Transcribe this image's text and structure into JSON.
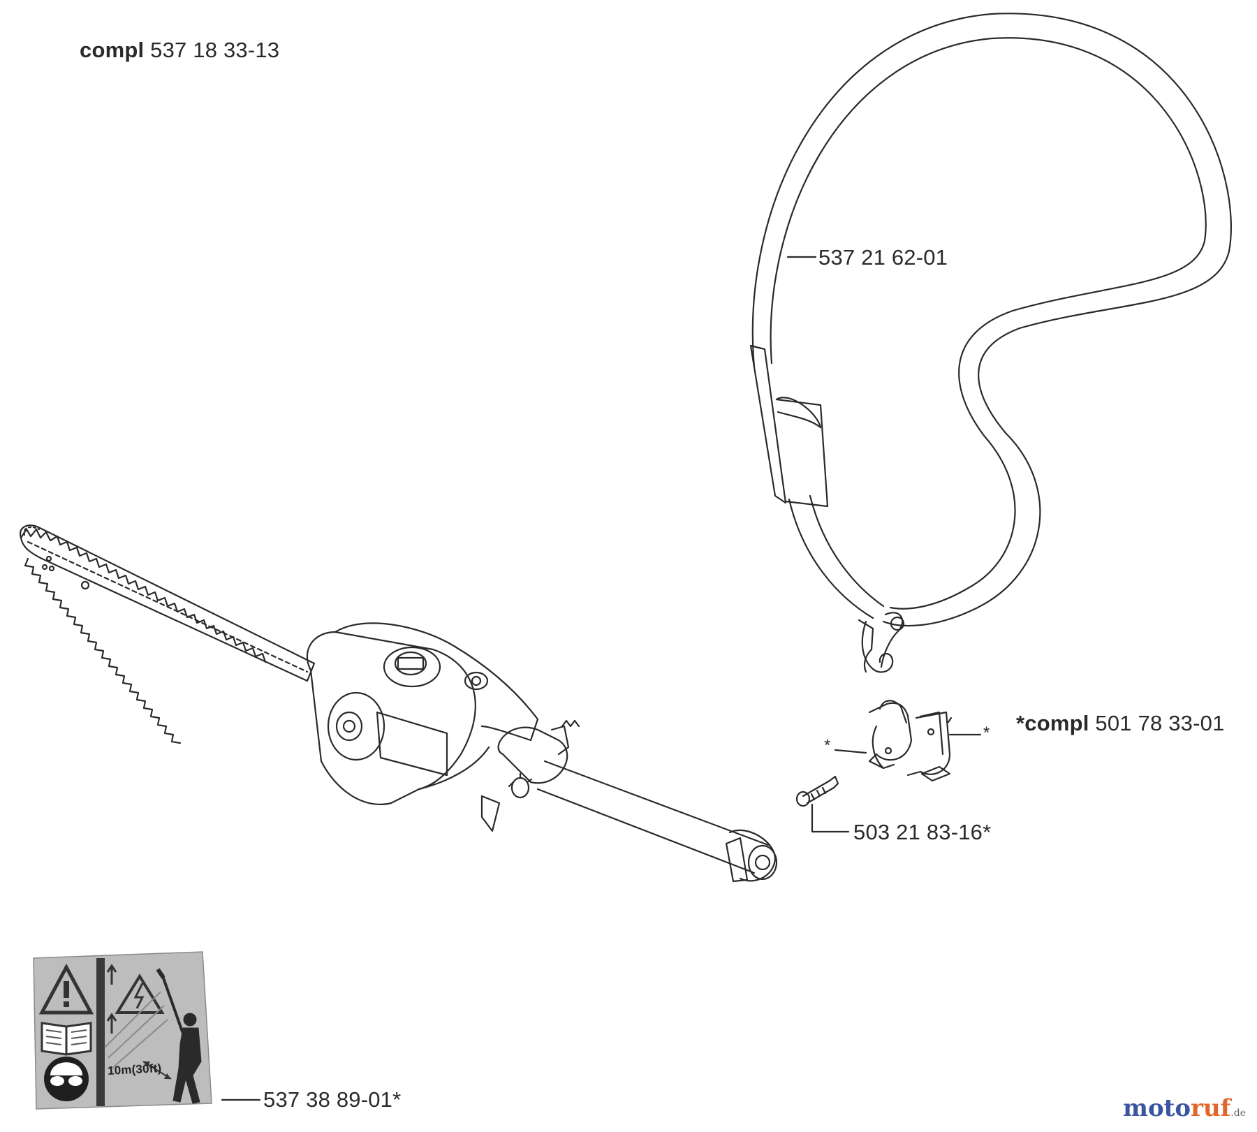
{
  "diagram": {
    "assembly_label": {
      "prefix": "compl",
      "number": "537 18 33-13"
    },
    "strap_label": "537 21 62-01",
    "clamp_label": {
      "prefix": "*compl",
      "number": "501 78 33-01"
    },
    "clamp_markers": [
      "*",
      "*"
    ],
    "screw_label": "503 21 83-16*",
    "decal_label": "537 38 89-01*",
    "decal_text": "10m(30ft)"
  },
  "watermark": {
    "brand": "motoruf",
    "suffix": ".de",
    "colors": {
      "moto": "#3a55a0",
      "ruf": "#e0662a"
    }
  },
  "colors": {
    "line": "#2a2a2a",
    "decal_bg": "#bdbdbd",
    "decal_dark": "#3a3a3a"
  }
}
